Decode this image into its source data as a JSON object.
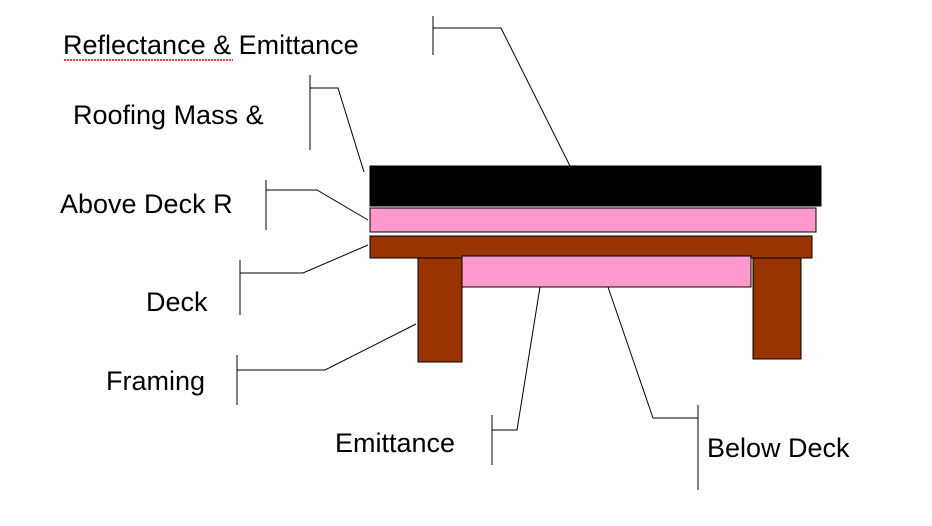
{
  "diagram": {
    "labels": {
      "reflectance_emittance": "Reflectance & Emittance",
      "roofing_mass": "Roofing Mass &",
      "above_deck_r": "Above Deck R",
      "deck": "Deck",
      "framing": "Framing",
      "emittance": "Emittance",
      "below_deck": "Below Deck"
    },
    "colors": {
      "roofing_layer": "#000000",
      "insulation": "#ff99cc",
      "wood": "#993300",
      "outline": "#000000",
      "spellcheck_underline": "#ff0000"
    }
  }
}
